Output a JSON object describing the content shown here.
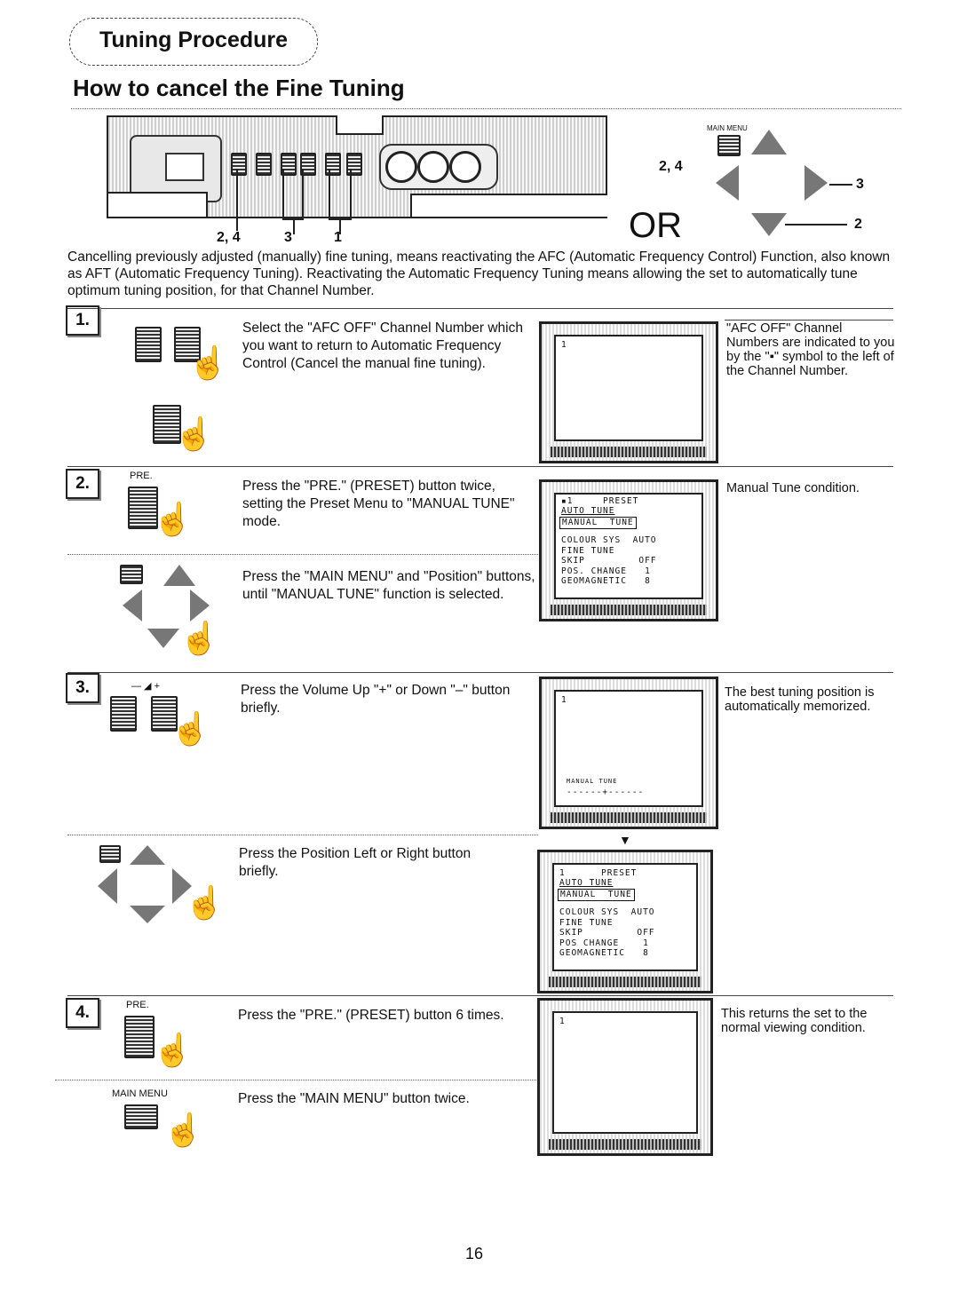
{
  "section_tag": "Tuning Procedure",
  "heading": "How to cancel the Fine Tuning",
  "panel": {
    "main_menu_label": "MAIN MENU",
    "or_label": "OR",
    "label_24_top": "2, 4",
    "label_3": "3",
    "label_2": "2",
    "label_24_bottom": "2, 4",
    "label_3_bottom": "3",
    "label_1_bottom": "1"
  },
  "intro": "Cancelling previously adjusted (manually) fine tuning, means reactivating the AFC (Automatic Frequency Control) Function, also known as AFT (Automatic Frequency Tuning). Reactivating the Automatic Frequency Tuning means allowing the set to automatically tune optimum tuning position, for that Channel Number.",
  "steps": [
    {
      "number": "1.",
      "text": "Select the \"AFC OFF\" Channel Number which you want to return to Automatic Frequency Control (Cancel the manual fine tuning).",
      "screen": "1",
      "note": "\"AFC OFF\" Channel Numbers are indicated to you by the \"▪\" symbol to the left of the Channel Number."
    },
    {
      "number": "2.",
      "button_label": "PRE.",
      "text": "Press the \"PRE.\" (PRESET) button twice, setting the Preset Menu to \"MANUAL TUNE\" mode.",
      "text2": "Press the \"MAIN MENU\" and \"Position\" buttons, until \"MANUAL TUNE\" function is selected.",
      "note": "Manual Tune condition.",
      "osd": {
        "line1": "▪1     PRESET",
        "auto": "AUTO TUNE",
        "manual": "MANUAL  TUNE",
        "rows": "COLOUR SYS  AUTO\nFINE TUNE\nSKIP         OFF\nPOS. CHANGE   1\nGEOMAGNETIC   8"
      }
    },
    {
      "number": "3.",
      "text": "Press the Volume Up \"+\" or Down \"–\" button briefly.",
      "screen": "1",
      "osd_label": "MANUAL TUNE",
      "note": "The best tuning position is automatically memorized.",
      "text2": "Press the Position Left or Right button briefly.",
      "osd2": {
        "line1": "1      PRESET",
        "auto": "AUTO TUNE",
        "manual": "MANUAL  TUNE",
        "rows": "COLOUR SYS  AUTO\nFINE TUNE\nSKIP         OFF\nPOS CHANGE    1\nGEOMAGNETIC   8"
      }
    },
    {
      "number": "4.",
      "button_label": "PRE.",
      "text": "Press the \"PRE.\" (PRESET) button 6 times.",
      "screen": "1",
      "note": "This returns the set to the normal viewing condition.",
      "button2_label": "MAIN MENU",
      "text2": "Press the \"MAIN MENU\" button twice."
    }
  ],
  "page_number": "16"
}
